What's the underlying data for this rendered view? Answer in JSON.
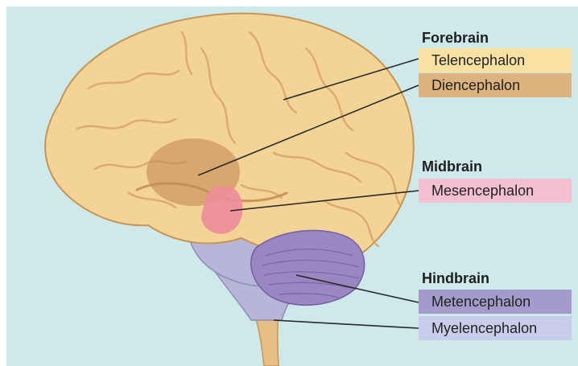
{
  "groups": {
    "forebrain": {
      "heading": "Forebrain",
      "parts": [
        {
          "label": "Telencephalon",
          "color": "#f8e1a3"
        },
        {
          "label": "Diencephalon",
          "color": "#dcb27e"
        }
      ]
    },
    "midbrain": {
      "heading": "Midbrain",
      "parts": [
        {
          "label": "Mesencephalon",
          "color": "#f4c0cf"
        }
      ]
    },
    "hindbrain": {
      "heading": "Hindbrain",
      "parts": [
        {
          "label": "Metencephalon",
          "color": "#a59bcb"
        },
        {
          "label": "Myelencephalon",
          "color": "#c8cdea"
        }
      ]
    }
  },
  "colors": {
    "background": "#cde9ea",
    "cerebrum": "#f4d397",
    "cerebrum_outline": "#c99555",
    "diencephalon": "#c38b55",
    "mesencephalon": "#ec8d9a",
    "cerebellum": "#9a86c1",
    "brainstem": "#b8b6d8",
    "leader_line": "#2a2a2a"
  }
}
